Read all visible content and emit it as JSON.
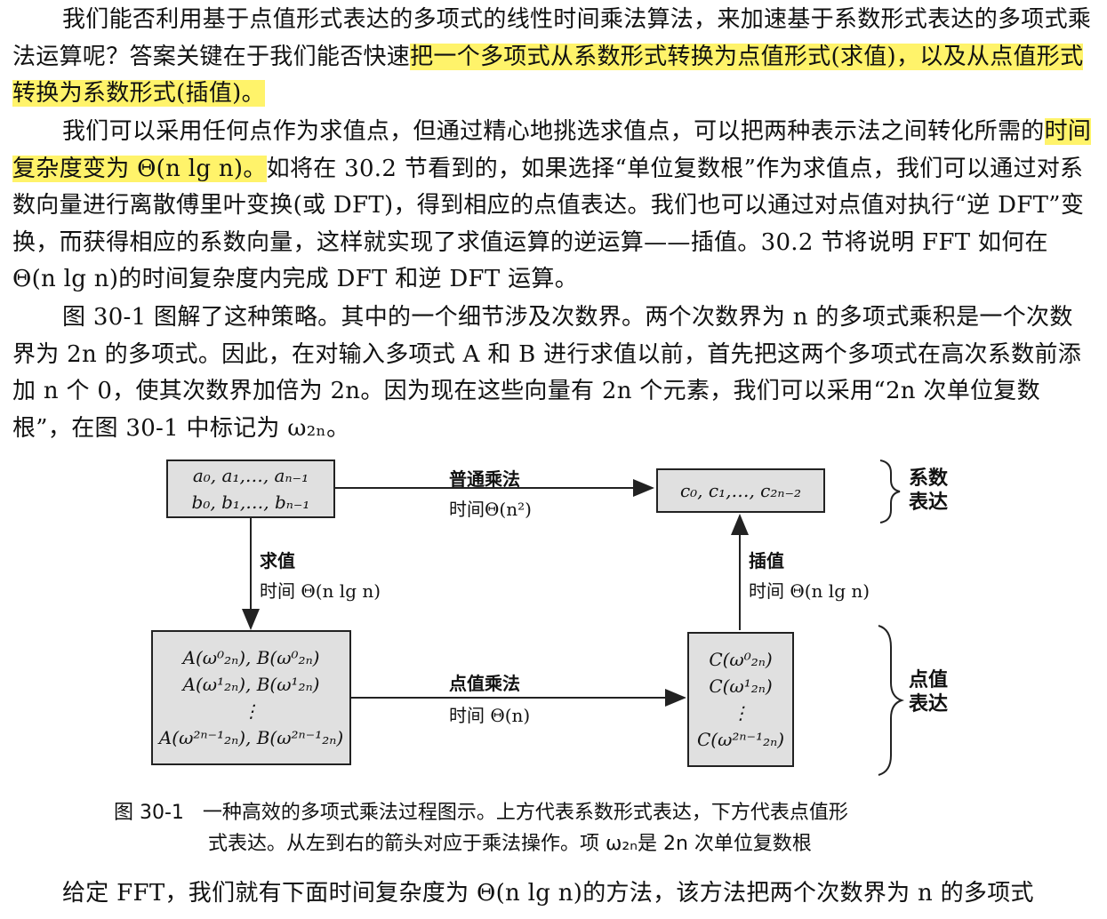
{
  "body": {
    "p1": [
      {
        "text": "我们能否利用基于点值形式表达的多项式的线性时间乘法算法，来加速基于系数形式表达的多项式乘法运算呢？答案关键在于我们能否快速",
        "hl": false
      },
      {
        "text": "把一个多项式从系数形式转换为点值形式(求值)，以及从点值形式转换为系数形式(插值)。",
        "hl": true
      }
    ],
    "p2": [
      {
        "text": "我们可以采用任何点作为求值点，但通过精心地挑选求值点，可以把两种表示法之间转化所需的",
        "hl": false
      },
      {
        "text": "时间复杂度变为 Θ(n lg n)。",
        "hl": true
      },
      {
        "text": "如将在 30.2 节看到的，如果选择“单位复数根”作为求值点，我们可以通过对系数向量进行离散傅里叶变换(或 DFT)，得到相应的点值表达。我们也可以通过对点值对执行“逆 DFT”变换，而获得相应的系数向量，这样就实现了求值运算的逆运算——插值。30.2 节将说明 FFT 如何在 Θ(n lg n)的时间复杂度内完成 DFT 和逆 DFT 运算。",
        "hl": false
      }
    ],
    "p3": "图 30-1 图解了这种策略。其中的一个细节涉及次数界。两个次数界为 n 的多项式乘积是一个次数界为 2n 的多项式。因此，在对输入多项式 A 和 B 进行求值以前，首先把这两个多项式在高次系数前添加 n 个 0，使其次数界加倍为 2n。因为现在这些向量有 2n 个元素，我们可以采用“2n 次单位复数根”，在图 30-1 中标记为 ω₂ₙ。",
    "p4": "给定 FFT，我们就有下面时间复杂度为 Θ(n lg n)的方法，该方法把两个次数界为 n 的多项式"
  },
  "figure": {
    "box_tl": [
      "a₀, a₁,…, aₙ₋₁",
      "b₀, b₁,…, bₙ₋₁"
    ],
    "box_tr": "c₀, c₁,…, c₂ₙ₋₂",
    "box_bl": [
      "A(ω⁰₂ₙ), B(ω⁰₂ₙ)",
      "A(ω¹₂ₙ), B(ω¹₂ₙ)",
      "⋮",
      "A(ω²ⁿ⁻¹₂ₙ), B(ω²ⁿ⁻¹₂ₙ)"
    ],
    "box_br": [
      "C(ω⁰₂ₙ)",
      "C(ω¹₂ₙ)",
      "⋮",
      "C(ω²ⁿ⁻¹₂ₙ)"
    ],
    "top_arrow": {
      "label": "普通乘法",
      "time": "时间Θ(n²)"
    },
    "left_arrow": {
      "label": "求值",
      "time": "时间 Θ(n lg n)"
    },
    "right_arrow": {
      "label": "插值",
      "time": "时间 Θ(n lg n)"
    },
    "bottom_arrow": {
      "label": "点值乘法",
      "time": "时间 Θ(n)"
    },
    "brace_top": [
      "系数",
      "表达"
    ],
    "brace_bottom": [
      "点值",
      "表达"
    ],
    "caption_num": "图 30-1",
    "caption_line1": "一种高效的多项式乘法过程图示。上方代表系数形式表达，下方代表点值形",
    "caption_line2": "式表达。从左到右的箭头对应于乘法操作。项 ω₂ₙ是 2n 次单位复数根"
  }
}
